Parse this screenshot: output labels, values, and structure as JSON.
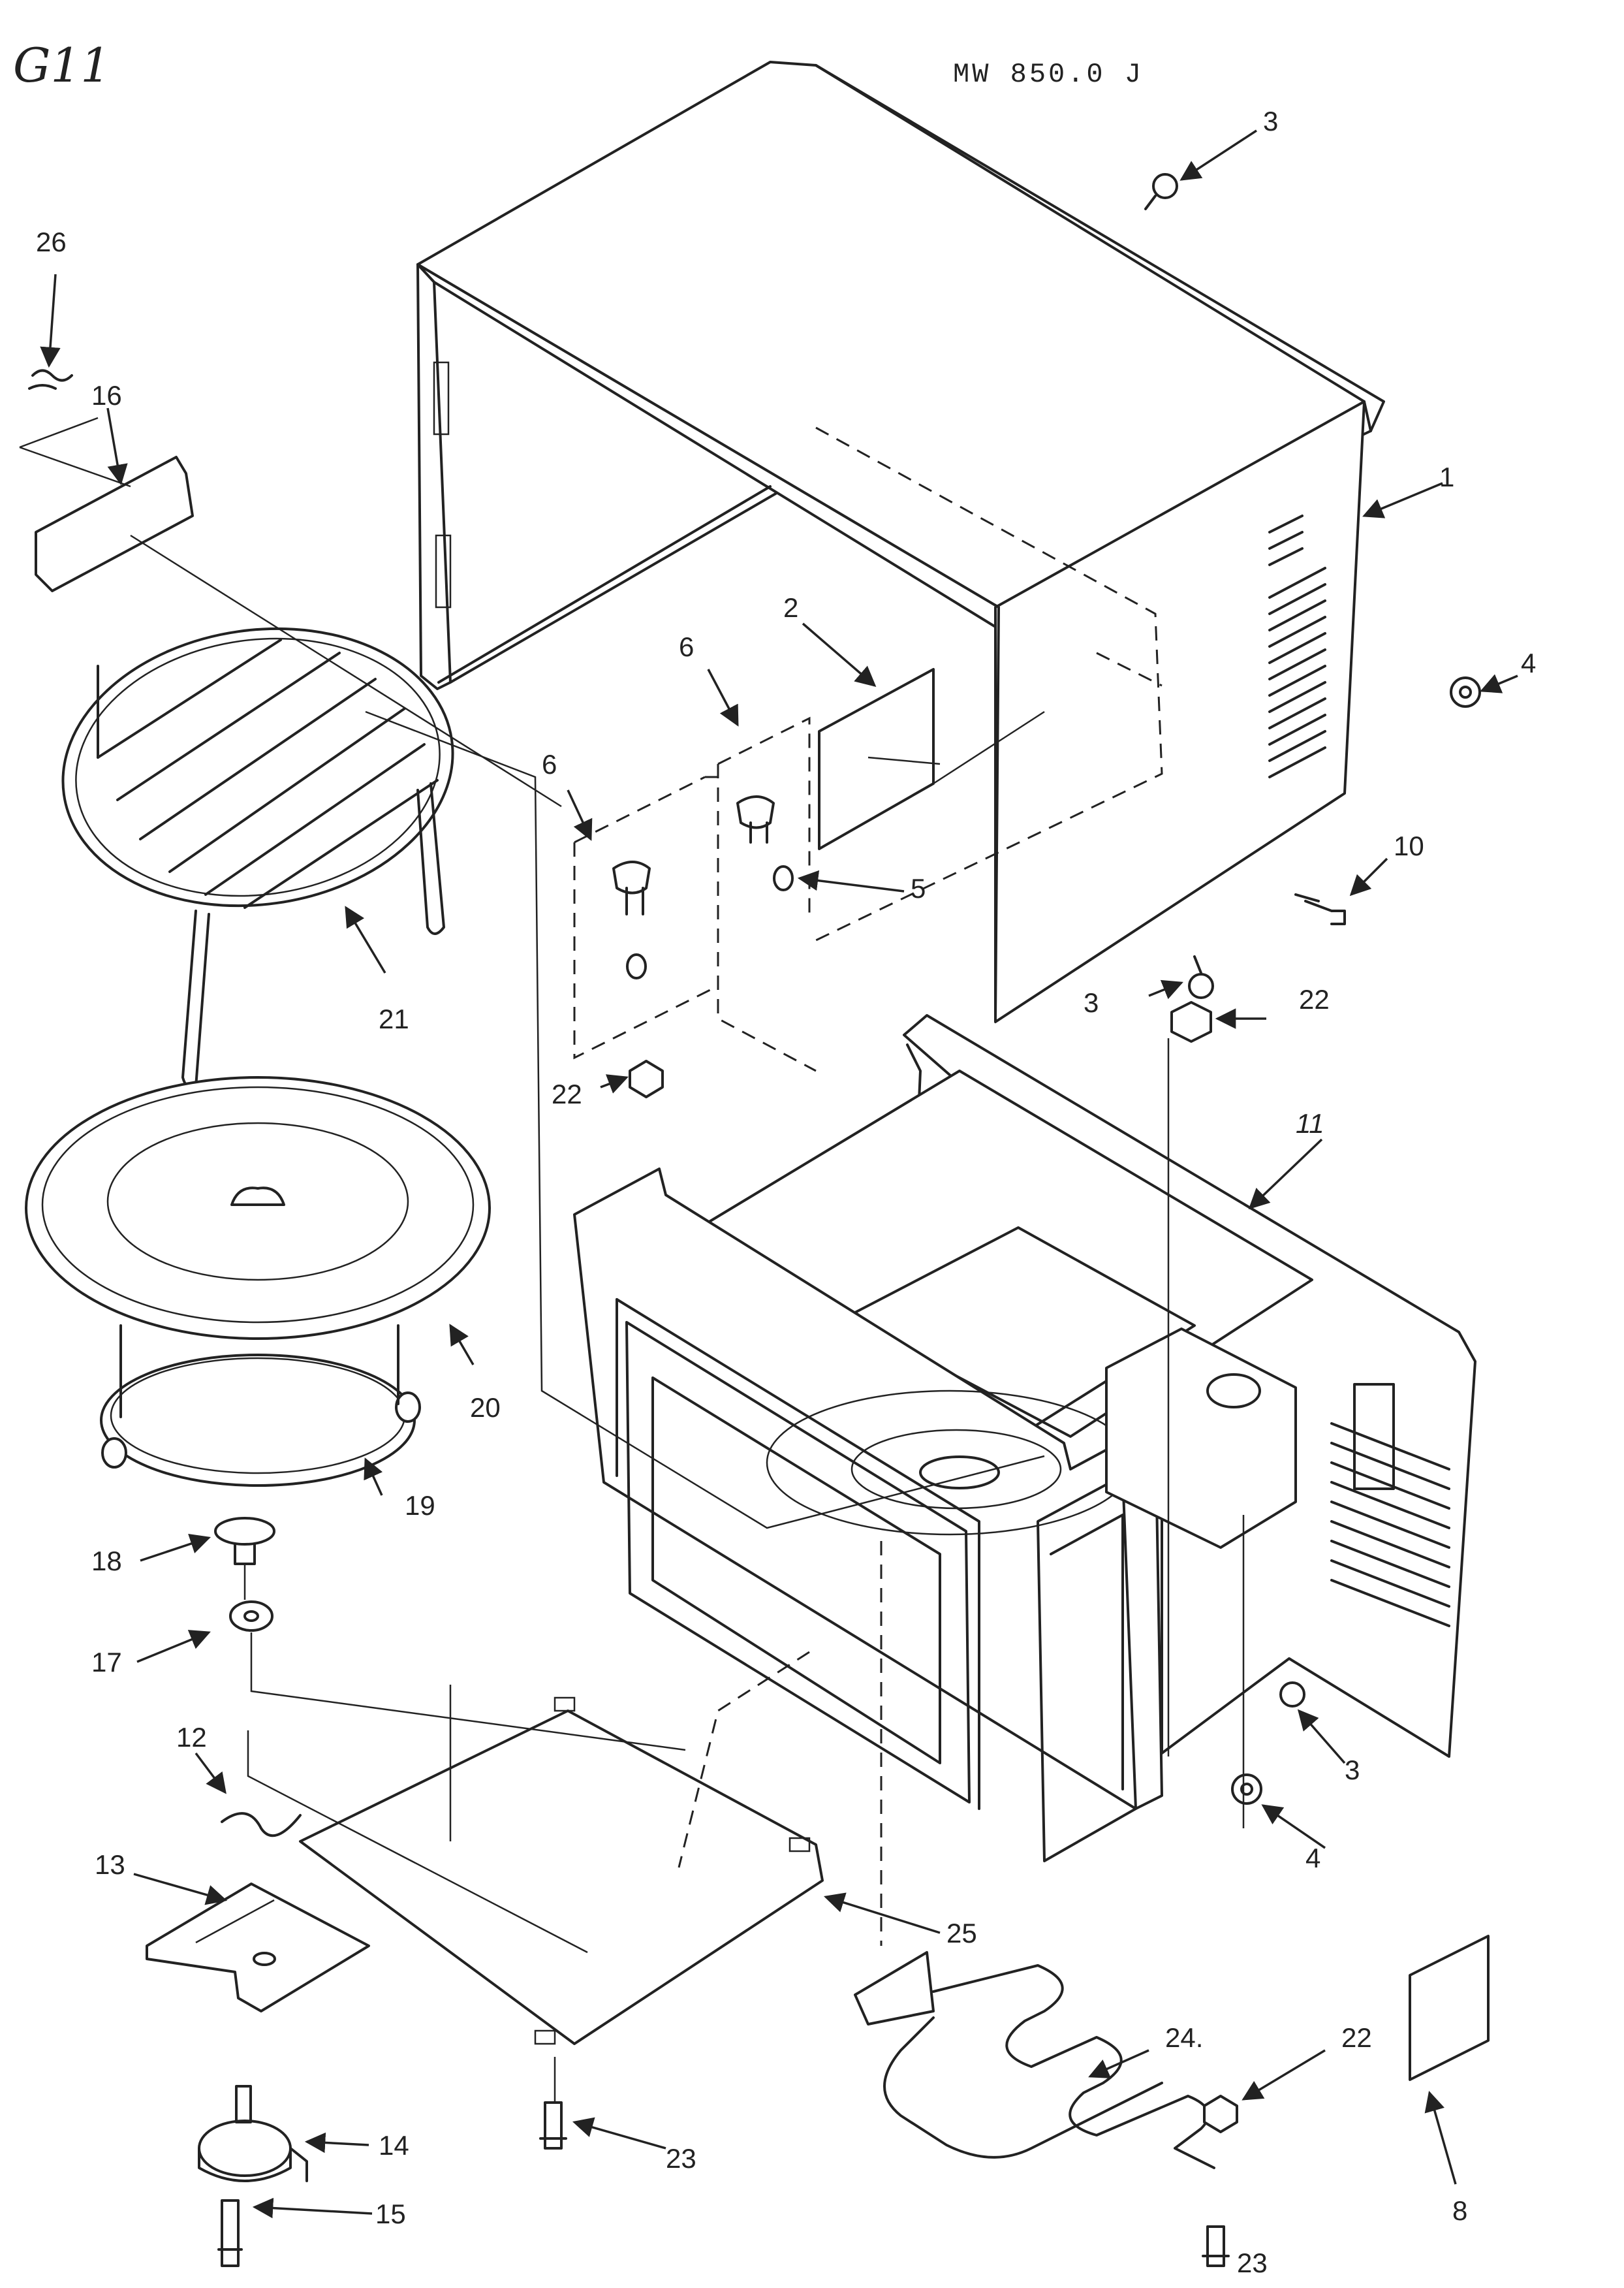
{
  "header": {
    "corner_note": "G11",
    "model": "MW 850.0 J"
  },
  "parts": {
    "p1": "1",
    "p2": "2",
    "p3a": "3",
    "p3b": "3",
    "p3c": "3",
    "p4a": "4",
    "p4b": "4",
    "p5": "5",
    "p6a": "6",
    "p6b": "6",
    "p8": "8",
    "p10": "10",
    "p11": "11",
    "p12": "12",
    "p13": "13",
    "p14": "14",
    "p15": "15",
    "p16": "16",
    "p17": "17",
    "p18": "18",
    "p19": "19",
    "p20": "20",
    "p21": "21",
    "p22a": "22",
    "p22b": "22",
    "p22c": "22",
    "p23a": "23",
    "p23b": "23",
    "p24": "24.",
    "p25": "25",
    "p26": "26"
  }
}
